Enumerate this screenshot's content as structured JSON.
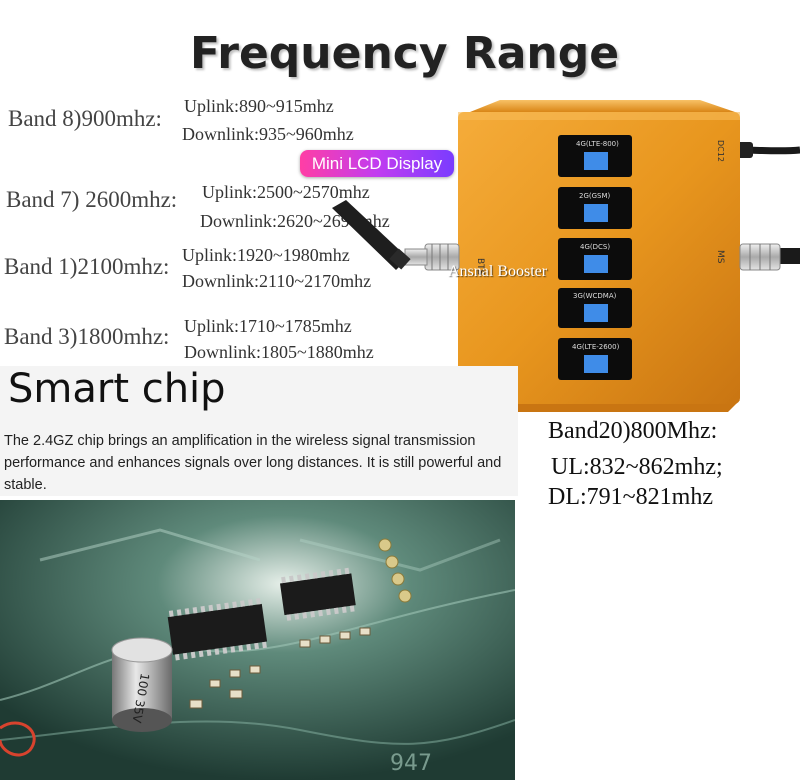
{
  "header": {
    "title": "Frequency Range"
  },
  "bands": [
    {
      "name": "Band 8)900mhz:",
      "uplink": "Uplink:890~915mhz",
      "downlink": "Downlink:935~960mhz"
    },
    {
      "name": "Band 7) 2600mhz:",
      "uplink": "Uplink:2500~2570mhz",
      "downlink": "Downlink:2620~2690mhz"
    },
    {
      "name": "Band 1)2100mhz:",
      "uplink": "Uplink:1920~1980mhz",
      "downlink": "Downlink:2110~2170mhz"
    },
    {
      "name": "Band 3)1800mhz:",
      "uplink": "Uplink:1710~1785mhz",
      "downlink": "Downlink:1805~1880mhz"
    }
  ],
  "band20": {
    "name": "Band20)800Mhz:",
    "ul": "UL:832~862mhz;",
    "dl": "DL:791~821mhz"
  },
  "lcd_tag": "Mini LCD Display",
  "device": {
    "brand": "Ansnal Booster",
    "left_port": "BTS",
    "right_port": "MS",
    "power": "DC12",
    "screens": [
      "4G(LTE-800)",
      "2G(GSM)",
      "4G(DCS)",
      "3G(WCDMA)",
      "4G(LTE-2600)"
    ],
    "body_color": "#e8961e"
  },
  "smart_chip": {
    "title": "Smart chip",
    "description": "The 2.4GZ chip brings an amplification in the wireless signal transmission performance and enhances signals over long distances. It is still powerful and stable."
  },
  "pcb": {
    "capacitor_label": "100 35V",
    "board_text": "947"
  }
}
